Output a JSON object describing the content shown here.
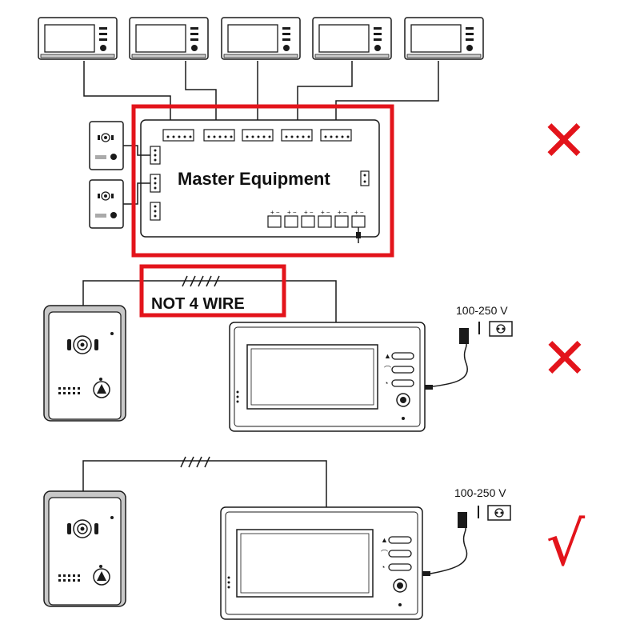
{
  "section_top": {
    "master_label": "Master Equipment",
    "mark": "✕",
    "monitor_count": 5
  },
  "section_middle": {
    "wire_label": "NOT 4 WIRE",
    "power_label": "100-250 V",
    "mark": "✕"
  },
  "section_bottom": {
    "power_label": "100-250 V",
    "mark": "√"
  },
  "colors": {
    "line": "#1a1a1a",
    "highlight": "#e3141b",
    "wrong_mark": "#e3141b",
    "right_mark": "#e3141b"
  }
}
